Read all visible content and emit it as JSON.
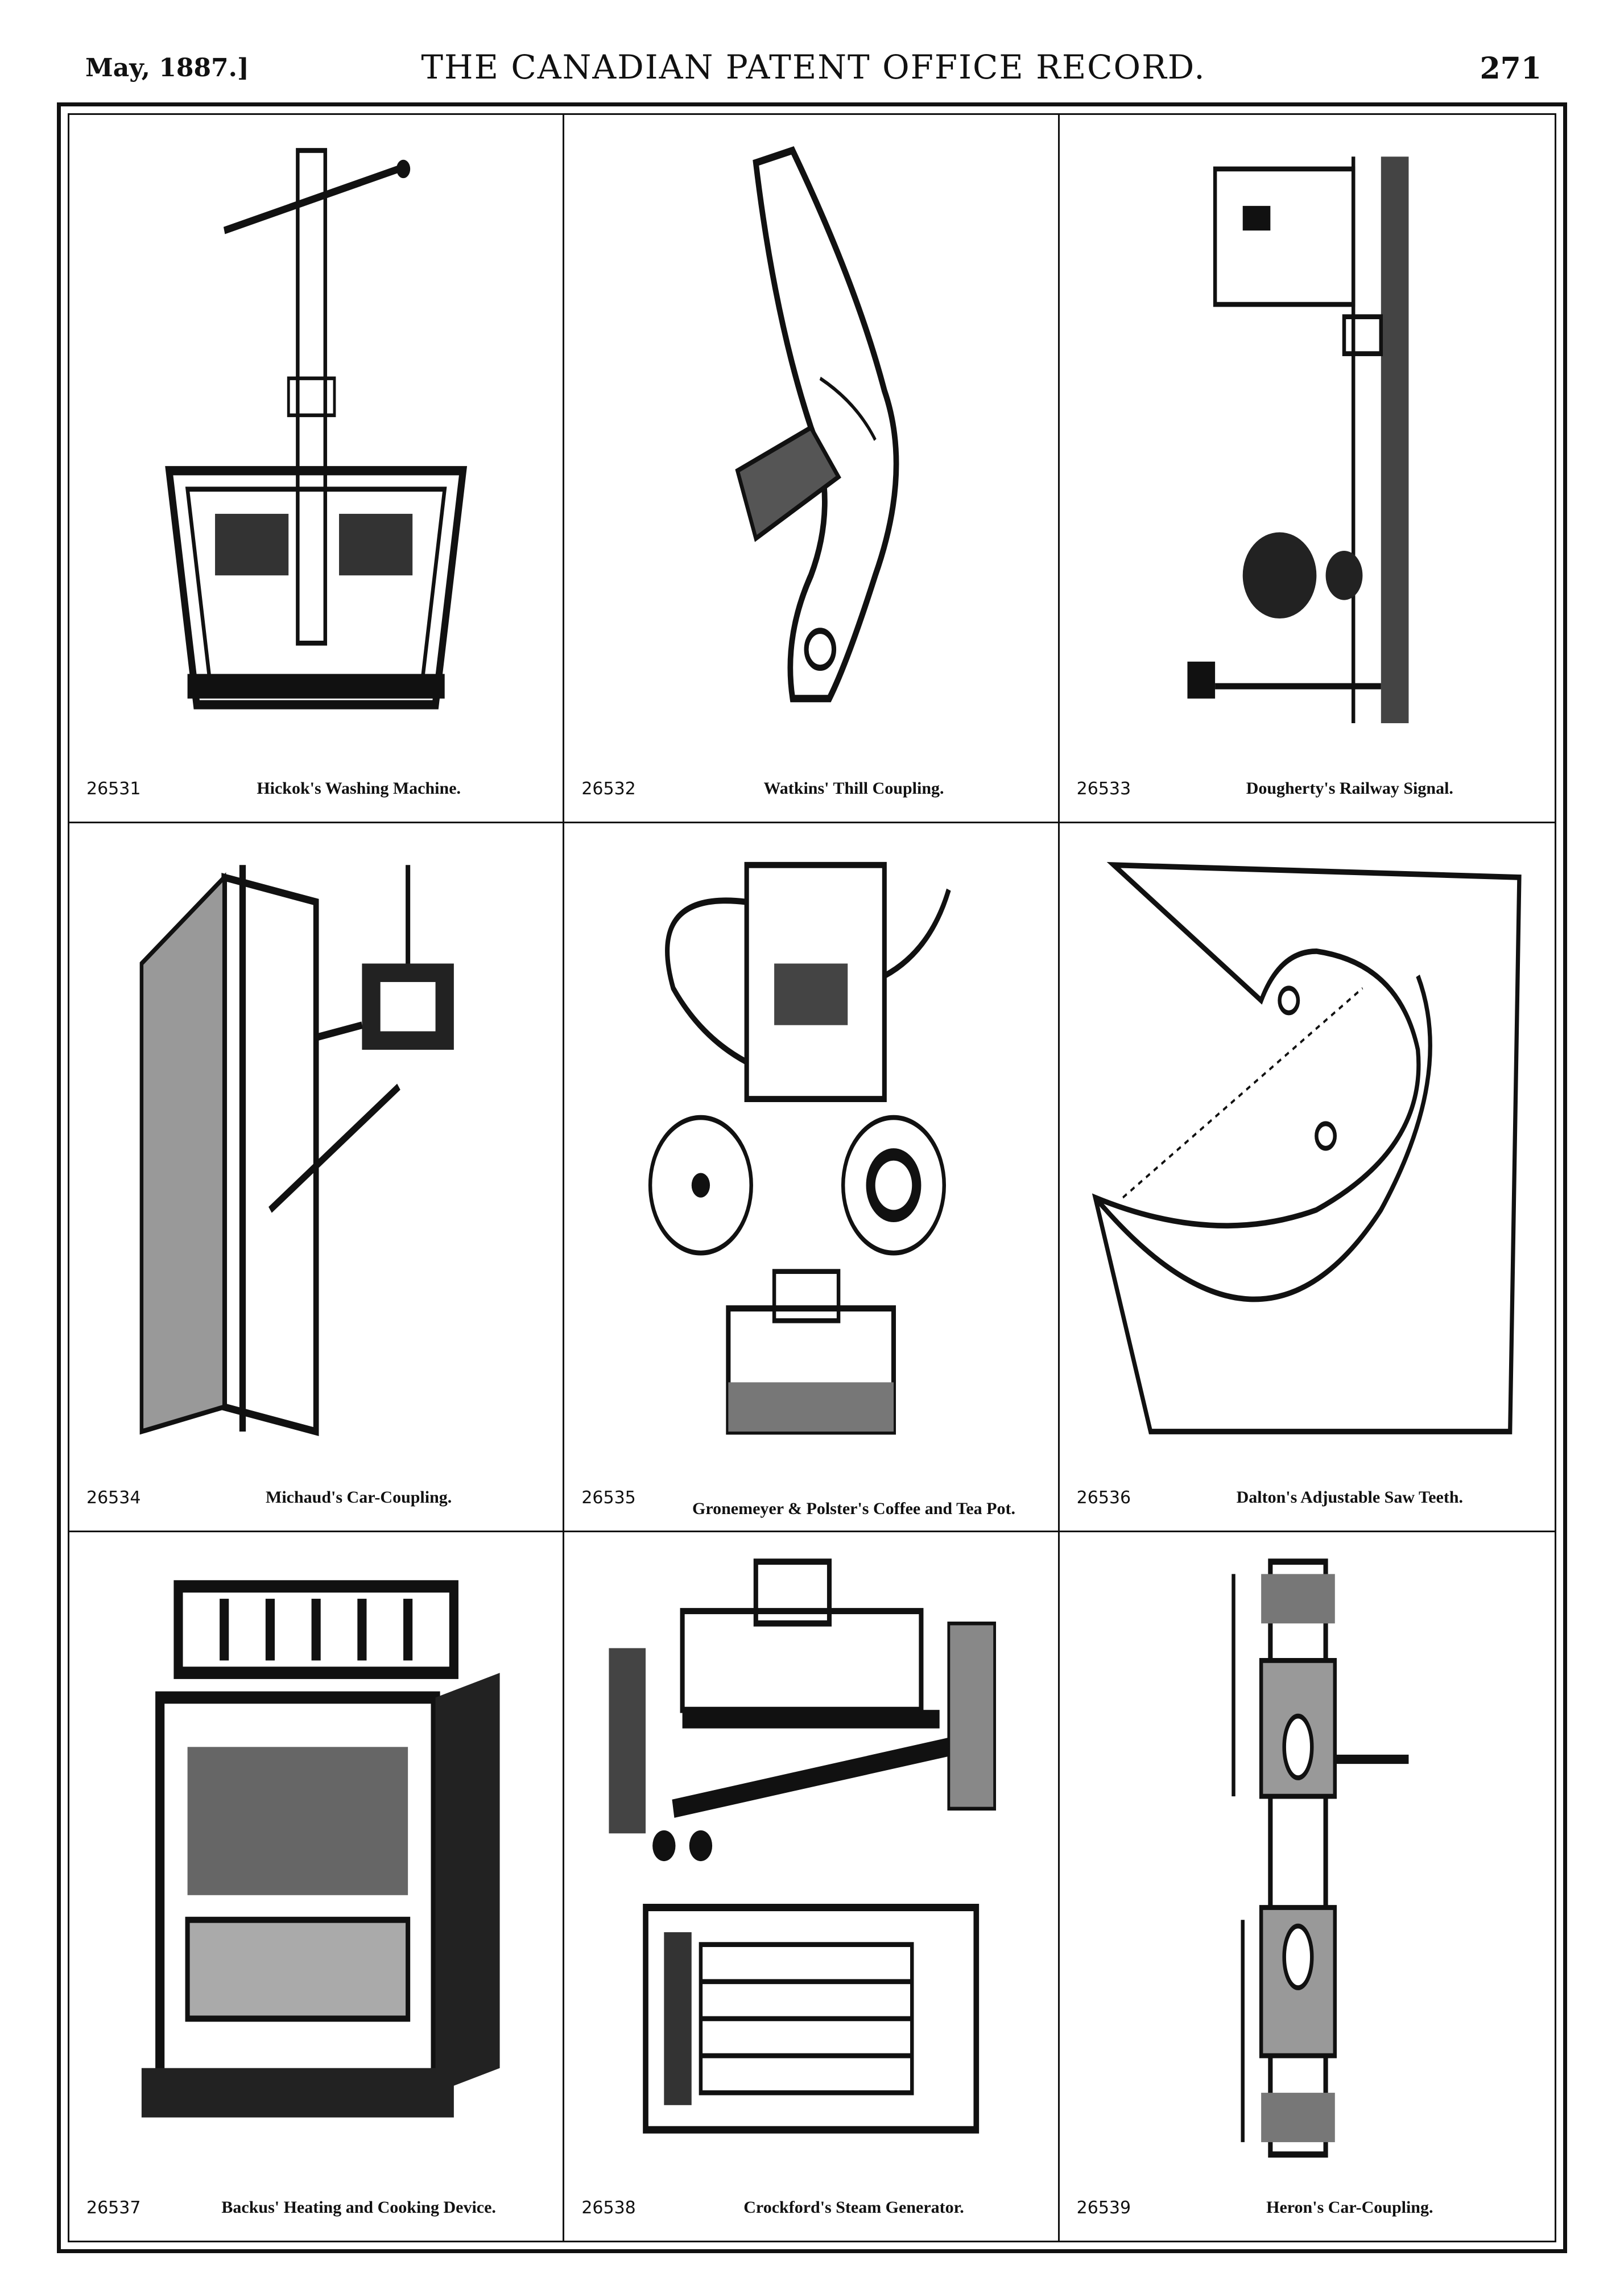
{
  "header": {
    "date": "May, 1887.]",
    "title": "THE CANADIAN PATENT OFFICE RECORD.",
    "page_number": "271"
  },
  "patents": [
    {
      "number": "26531",
      "caption": "Hickok's Washing Machine.",
      "figure_icon": "washing-machine-drawing"
    },
    {
      "number": "26532",
      "caption": "Watkins' Thill Coupling.",
      "figure_icon": "thill-coupling-drawing"
    },
    {
      "number": "26533",
      "caption": "Dougherty's Railway Signal.",
      "figure_icon": "railway-signal-drawing"
    },
    {
      "number": "26534",
      "caption": "Michaud's Car-Coupling.",
      "figure_icon": "car-coupling-drawing"
    },
    {
      "number": "26535",
      "caption": "Gronemeyer & Polster's Coffee and Tea Pot.",
      "figure_icon": "coffee-pot-drawing"
    },
    {
      "number": "26536",
      "caption": "Dalton's Adjustable Saw Teeth.",
      "figure_icon": "saw-teeth-drawing"
    },
    {
      "number": "26537",
      "caption": "Backus' Heating and Cooking Device.",
      "figure_icon": "cooking-device-drawing"
    },
    {
      "number": "26538",
      "caption": "Crockford's Steam Generator.",
      "figure_icon": "steam-generator-drawing"
    },
    {
      "number": "26539",
      "caption": "Heron's Car-Coupling.",
      "figure_icon": "car-coupling-drawing"
    }
  ]
}
